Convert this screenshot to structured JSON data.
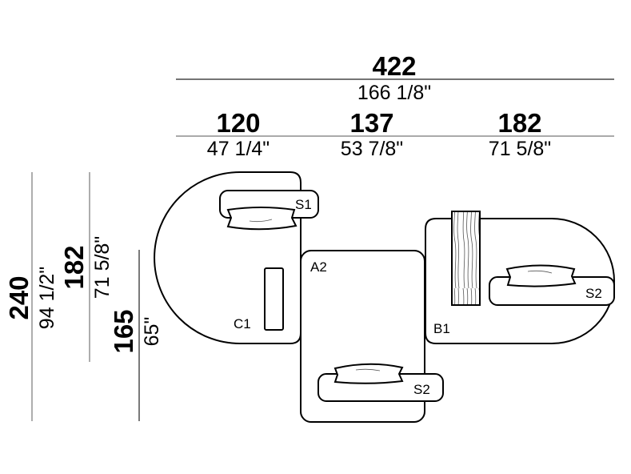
{
  "diagram": {
    "type": "modular sofa plan with dimensions",
    "horizontal_dimensions": {
      "total": {
        "cm": "422",
        "inch": "166 1/8\""
      },
      "segments": [
        {
          "cm": "120",
          "inch": "47 1/4\""
        },
        {
          "cm": "137",
          "inch": "53 7/8\""
        },
        {
          "cm": "182",
          "inch": "71 5/8\""
        }
      ]
    },
    "vertical_dimensions": [
      {
        "cm": "240",
        "inch": "94 1/2\""
      },
      {
        "cm": "182",
        "inch": "71 5/8\""
      },
      {
        "cm": "165",
        "inch": "65\""
      }
    ],
    "modules": [
      {
        "id": "C1",
        "label": "C1"
      },
      {
        "id": "A2",
        "label": "A2"
      },
      {
        "id": "B1",
        "label": "B1"
      }
    ],
    "backrests": [
      {
        "id": "S1-top",
        "label": "S1"
      },
      {
        "id": "S2-center",
        "label": "S2"
      },
      {
        "id": "S2-right",
        "label": "S2"
      }
    ]
  }
}
